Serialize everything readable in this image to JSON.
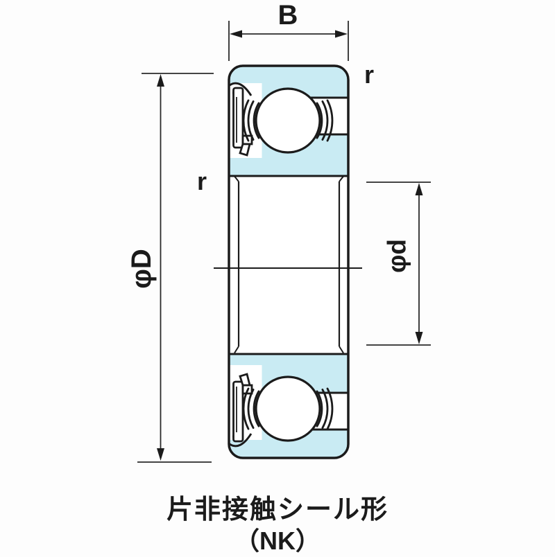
{
  "diagram": {
    "labels": {
      "width": "B",
      "outer_diameter": "φD",
      "bore_diameter": "φd",
      "corner_radius_top_right": "r",
      "corner_radius_left": "r"
    },
    "caption": {
      "line1": "片非接触シール形",
      "line2": "（NK）"
    },
    "colors": {
      "ring_fill": "#c9ebf3",
      "line": "#1b1b1b",
      "background": "#fdfdfd"
    }
  }
}
